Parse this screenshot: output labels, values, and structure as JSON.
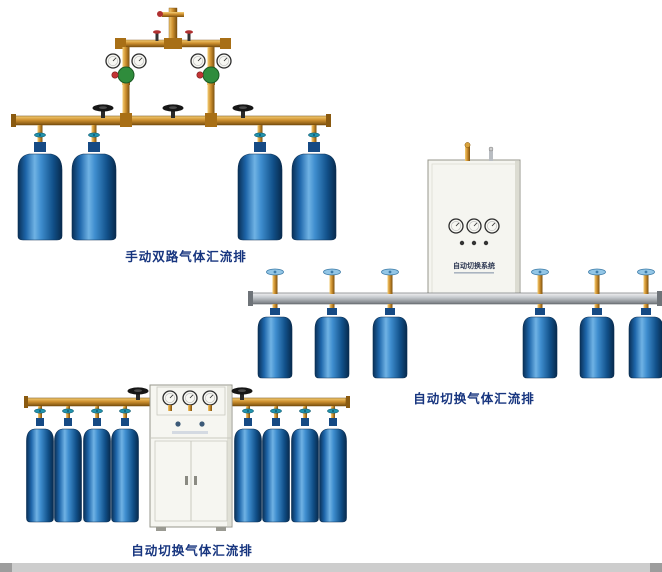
{
  "figures": {
    "manual_dual": {
      "caption": "手动双路气体汇流排",
      "cylinder_count": 4,
      "regulator_count": 2
    },
    "auto_switch_cabinet": {
      "caption": "自动切换气体汇流排",
      "cabinet_label": "自动切换系统",
      "cylinder_count": 6,
      "gauge_count": 3
    },
    "auto_switch_floor": {
      "caption": "自动切换气体汇流排",
      "cylinder_count": 8,
      "gauge_count": 3
    }
  },
  "colors": {
    "caption_text": "#17357f",
    "cylinder_blue": "#2f7cc4",
    "brass_pipe": "#c98a28",
    "steel_pipe": "#b9bdc2",
    "cabinet": "#f5f5f0",
    "background": "#ffffff"
  }
}
